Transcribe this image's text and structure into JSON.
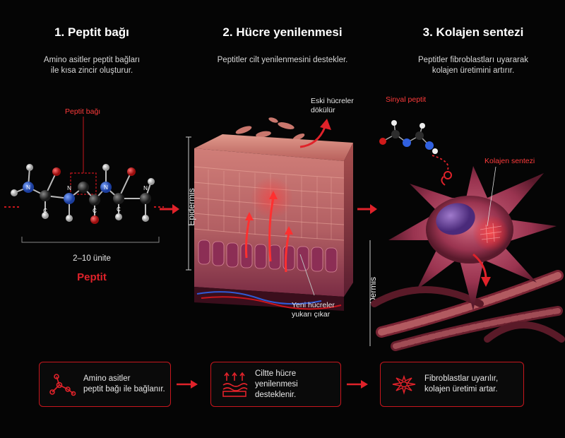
{
  "step1": {
    "title": "1. Peptit bağı",
    "subtitle": "Amino asitler peptit bağları\nile kısa zincir oluşturur.",
    "bond_label": "Peptit bağı",
    "length_label": "2–10 ünite",
    "name": "Peptit",
    "atoms": [
      "N",
      "C",
      "N",
      "C",
      "N",
      "C",
      "N"
    ]
  },
  "step2": {
    "title": "2. Hücre yenilenmesi",
    "subtitle": "Peptitler cilt yenilenmesini destekler.",
    "old_cells_label": "Eski hücreler\ndökülür",
    "new_cells_label": "Yeni hücreler\nyukarı çıkar",
    "layer_label": "Epidermis"
  },
  "step3": {
    "title": "3. Kolajen sentezi",
    "subtitle": "Peptitler fibroblastları uyararak\nkolajen üretimini artırır.",
    "signal_label": "Sinyal peptit",
    "synthesis_label": "Kolajen sentezi",
    "layer_label": "Dermis"
  },
  "cards": [
    {
      "icon": "molecule-icon",
      "text": "Amino asitler\npeptit bağı ile bağlanır."
    },
    {
      "icon": "skin-renewal-icon",
      "text": "Ciltte hücre yenilenmesi\ndesteklenir."
    },
    {
      "icon": "fibroblast-icon",
      "text": "Fibroblastlar uyarılır,\nkolajen üretimi artar."
    }
  ],
  "colors": {
    "accent": "#e0222a",
    "background": "#050505",
    "skin": "#c86a64",
    "cell": "#9c3a5a"
  }
}
